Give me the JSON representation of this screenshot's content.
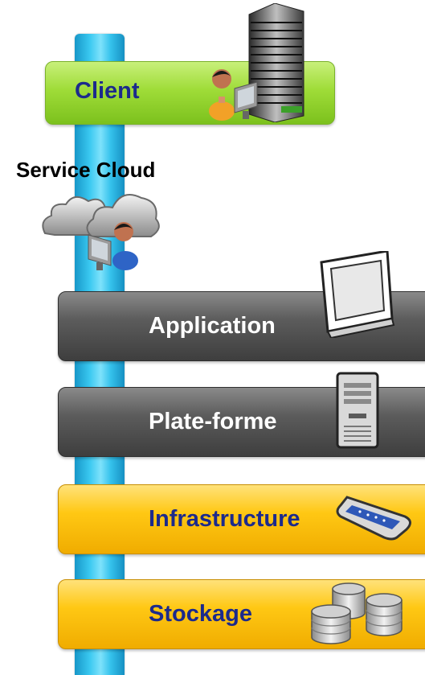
{
  "layers": {
    "client": "Client",
    "service_cloud": "Service Cloud",
    "application": "Application",
    "plateforme": "Plate-forme",
    "infrastructure": "Infrastructure",
    "stockage": "Stockage"
  },
  "icons": {
    "building": "office-building-icon",
    "client_user": "user-at-computer-icon",
    "cloud": "cloud-icon",
    "cloud_user": "user-at-computer-icon",
    "monitor": "monitor-icon",
    "server": "server-tower-icon",
    "switch": "network-switch-icon",
    "storage": "database-stack-icon"
  },
  "colors": {
    "spine": "#3ac8f0",
    "client_band": "#9fdc38",
    "gray_band": "#5c5c5c",
    "gold_band": "#ffc814",
    "dark_label": "#1c2a8c"
  }
}
